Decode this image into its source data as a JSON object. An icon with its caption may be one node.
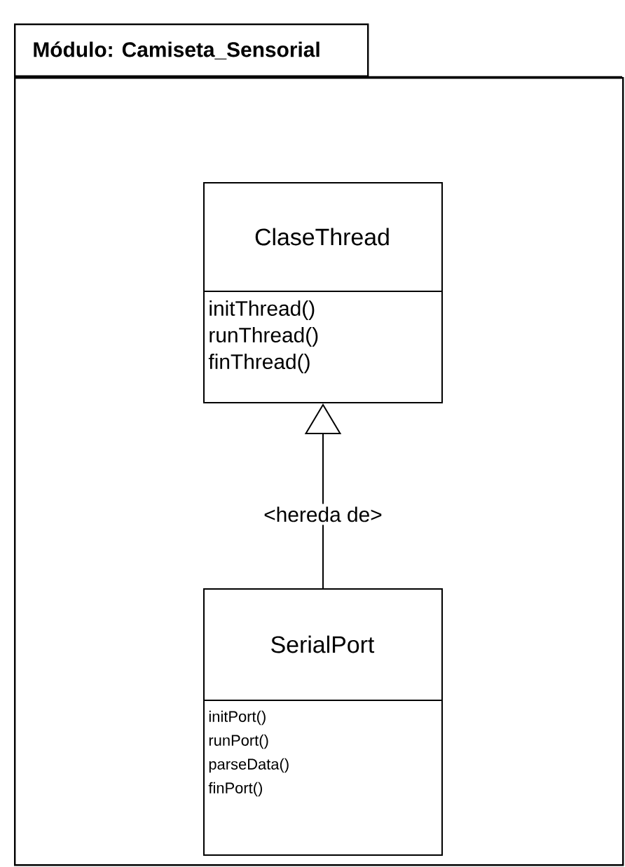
{
  "diagram": {
    "nodes": [
      {
        "text": [
          "Módulo: Camiseta_Sensorial"
        ]
      },
      {
        "text": [
          "ClaseThread",
          "initThread()",
          "runThread()",
          "finThread()"
        ],
        "in": 0
      },
      {
        "text": [
          "SerialPort",
          "initPort()",
          "runPort()",
          "parseData()",
          "finPort()"
        ],
        "in": 0
      }
    ],
    "edges": [
      {
        "from": 2,
        "to": 1,
        "arrow": "to",
        "label": "<hereda de>"
      }
    ]
  }
}
